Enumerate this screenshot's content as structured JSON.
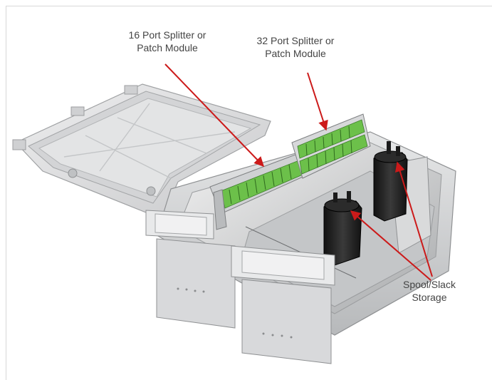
{
  "callouts": {
    "splitter16": {
      "line1": "16 Port Splitter or",
      "line2": "Patch Module"
    },
    "splitter32": {
      "line1": "32 Port Splitter or",
      "line2": "Patch  Module"
    },
    "spool": {
      "line1": "Spool/Slack",
      "line2": "Storage"
    }
  },
  "colors": {
    "arrow": "#cc1a1a",
    "enclosure": "#d9dadb",
    "adapter_green": "#6cc04a",
    "spool_black": "#1e1e1e",
    "text": "#444444"
  }
}
